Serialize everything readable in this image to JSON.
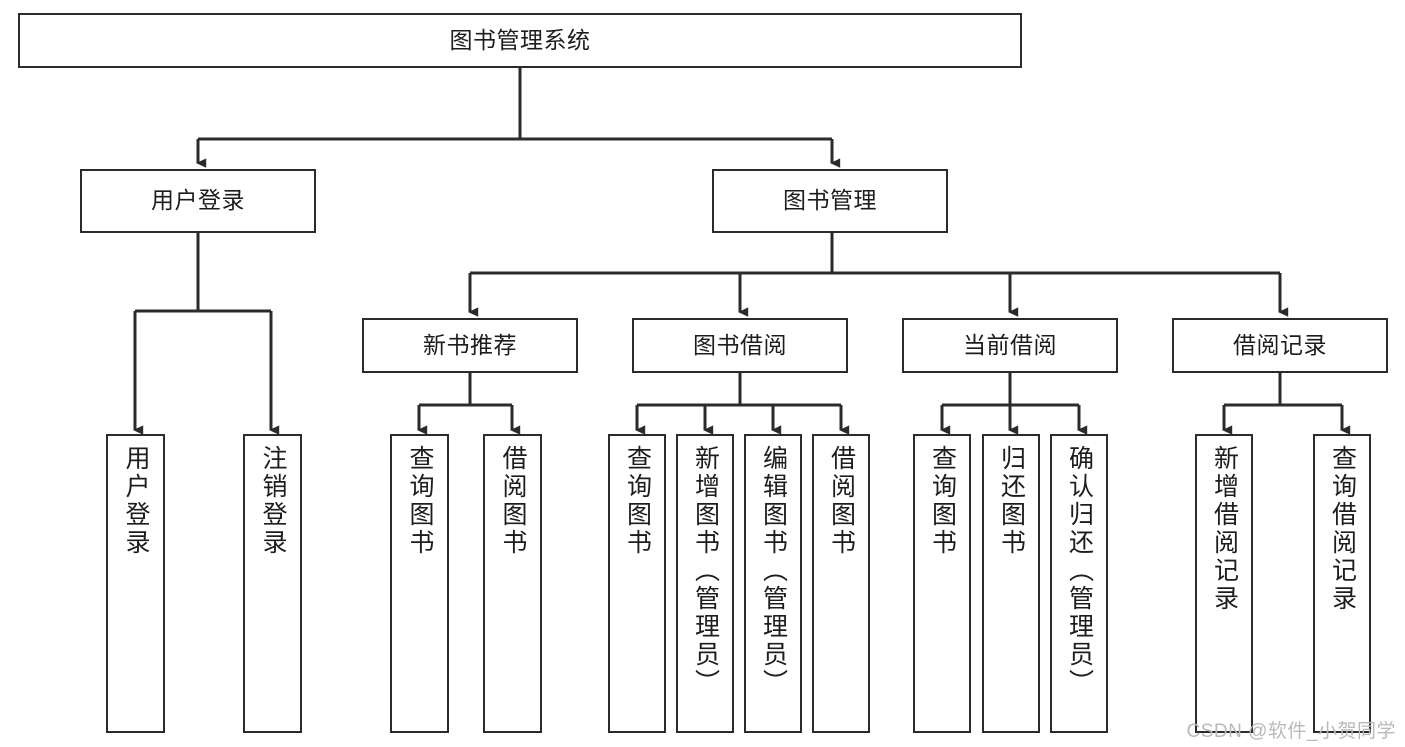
{
  "diagram": {
    "title": "图书管理系统",
    "type": "hierarchy-tree",
    "watermark": "CSDN @软件_小贺同学",
    "colors": {
      "node_border": "#2b2b2b",
      "node_fill": "#ffffff",
      "edge": "#2b2b2b",
      "text": "#1d1d1d",
      "watermark": "#b9b9b9"
    },
    "nodes": {
      "root": {
        "label": "图书管理系统",
        "level": 1
      },
      "l2": [
        {
          "id": "user-login",
          "label": "用户登录",
          "level": 2
        },
        {
          "id": "book-manage",
          "label": "图书管理",
          "level": 2
        }
      ],
      "l3": [
        {
          "id": "new-book-rec",
          "label": "新书推荐",
          "level": 3
        },
        {
          "id": "book-borrow",
          "label": "图书借阅",
          "level": 3
        },
        {
          "id": "current-borrow",
          "label": "当前借阅",
          "level": 3
        },
        {
          "id": "borrow-record",
          "label": "借阅记录",
          "level": 3
        }
      ],
      "leaves": [
        {
          "id": "leaf-user-login",
          "label": "用户登录",
          "parent": "user-login"
        },
        {
          "id": "leaf-logout",
          "label": "注销登录",
          "parent": "user-login"
        },
        {
          "id": "leaf-query-book-1",
          "label": "查询图书",
          "parent": "new-book-rec"
        },
        {
          "id": "leaf-borrow-book-1",
          "label": "借阅图书",
          "parent": "new-book-rec"
        },
        {
          "id": "leaf-query-book-2",
          "label": "查询图书",
          "parent": "book-borrow"
        },
        {
          "id": "leaf-add-book",
          "label": "新增图书（管理员）",
          "parent": "book-borrow"
        },
        {
          "id": "leaf-edit-book",
          "label": "编辑图书（管理员）",
          "parent": "book-borrow"
        },
        {
          "id": "leaf-borrow-book-2",
          "label": "借阅图书",
          "parent": "book-borrow"
        },
        {
          "id": "leaf-query-book-3",
          "label": "查询图书",
          "parent": "current-borrow"
        },
        {
          "id": "leaf-return-book",
          "label": "归还图书",
          "parent": "current-borrow"
        },
        {
          "id": "leaf-confirm-return",
          "label": "确认归还（管理员）",
          "parent": "current-borrow"
        },
        {
          "id": "leaf-add-record",
          "label": "新增借阅记录",
          "parent": "borrow-record"
        },
        {
          "id": "leaf-query-record",
          "label": "查询借阅记录",
          "parent": "borrow-record"
        }
      ]
    }
  }
}
